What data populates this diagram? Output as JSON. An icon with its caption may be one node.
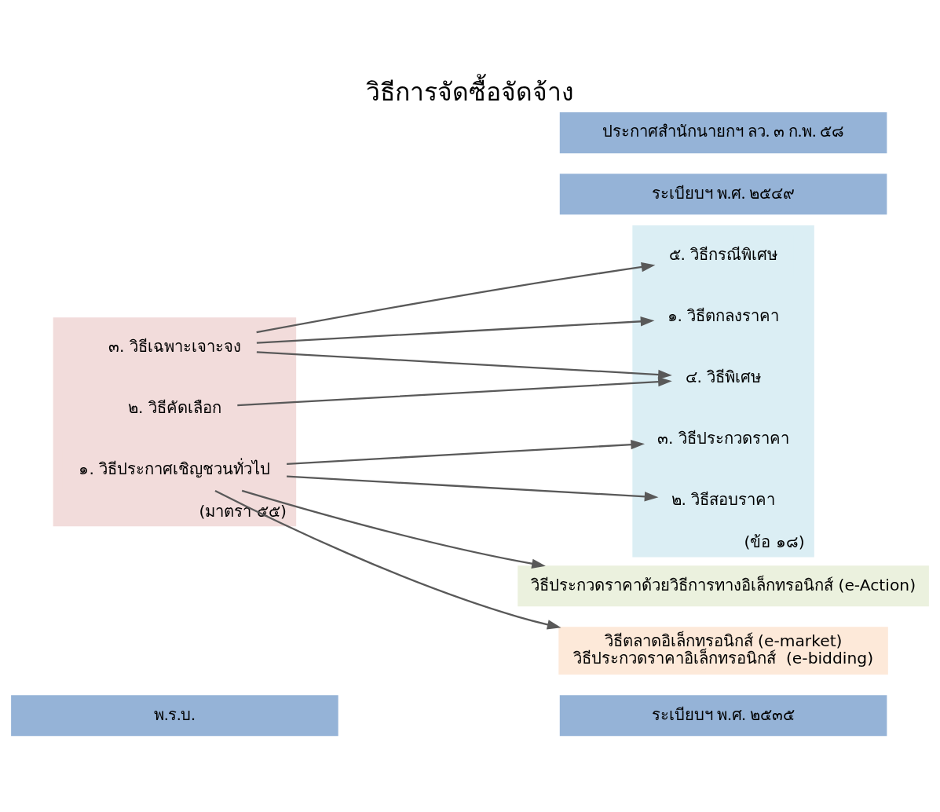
{
  "diagram": {
    "title": "วิธีการจัดซื้อจัดจ้าง",
    "nodes": [
      {
        "text": [
          "พ.ร.บ."
        ]
      },
      {
        "text": [
          "(มาตรา ๕๕)"
        ]
      },
      {
        "text": [
          "๑. วิธีประกาศเชิญชวนทั่วไป"
        ],
        "in": 1
      },
      {
        "text": [
          "๒. วิธีคัดเลือก"
        ],
        "in": 1
      },
      {
        "text": [
          "๓. วิธีเฉพาะเจาะจง"
        ],
        "in": 1
      },
      {
        "text": [
          "ระเบียบฯ พ.ศ. ๒๕๓๕"
        ]
      },
      {
        "text": [
          "(ข้อ ๑๘)"
        ]
      },
      {
        "text": [
          "๑. วิธีตกลงราคา"
        ],
        "in": 6
      },
      {
        "text": [
          "๒. วิธีสอบราคา"
        ],
        "in": 6
      },
      {
        "text": [
          "๓. วิธีประกวดราคา"
        ],
        "in": 6
      },
      {
        "text": [
          "๔. วิธีพิเศษ"
        ],
        "in": 6
      },
      {
        "text": [
          "๕. วิธีกรณีพิเศษ"
        ],
        "in": 6
      },
      {
        "text": [
          "ระเบียบฯ พ.ศ. ๒๕๔๙"
        ]
      },
      {
        "text": [
          "วิธีประกวดราคาด้วยวิธีการทางอิเล็กทรอนิกส์ (e-Action)"
        ]
      },
      {
        "text": [
          "ประกาศสำนักนายกฯ ลว. ๓ ก.พ. ๕๘"
        ]
      },
      {
        "text": [
          "วิธีตลาดอิเล็กทรอนิกส์ (e-market)",
          "วิธีประกวดราคาอิเล็กทรอนิกส์  (e-bidding)"
        ]
      }
    ],
    "edges": [
      {
        "from": 2,
        "to": 8,
        "arrow": "to"
      },
      {
        "from": 2,
        "to": 9,
        "arrow": "to"
      },
      {
        "from": 2,
        "to": 13,
        "arrow": "to"
      },
      {
        "from": 2,
        "to": 15,
        "arrow": "to"
      },
      {
        "from": 3,
        "to": 10,
        "arrow": "to"
      },
      {
        "from": 4,
        "to": 7,
        "arrow": "to"
      },
      {
        "from": 4,
        "to": 10,
        "arrow": "to"
      },
      {
        "from": 4,
        "to": 11,
        "arrow": "to"
      }
    ]
  }
}
